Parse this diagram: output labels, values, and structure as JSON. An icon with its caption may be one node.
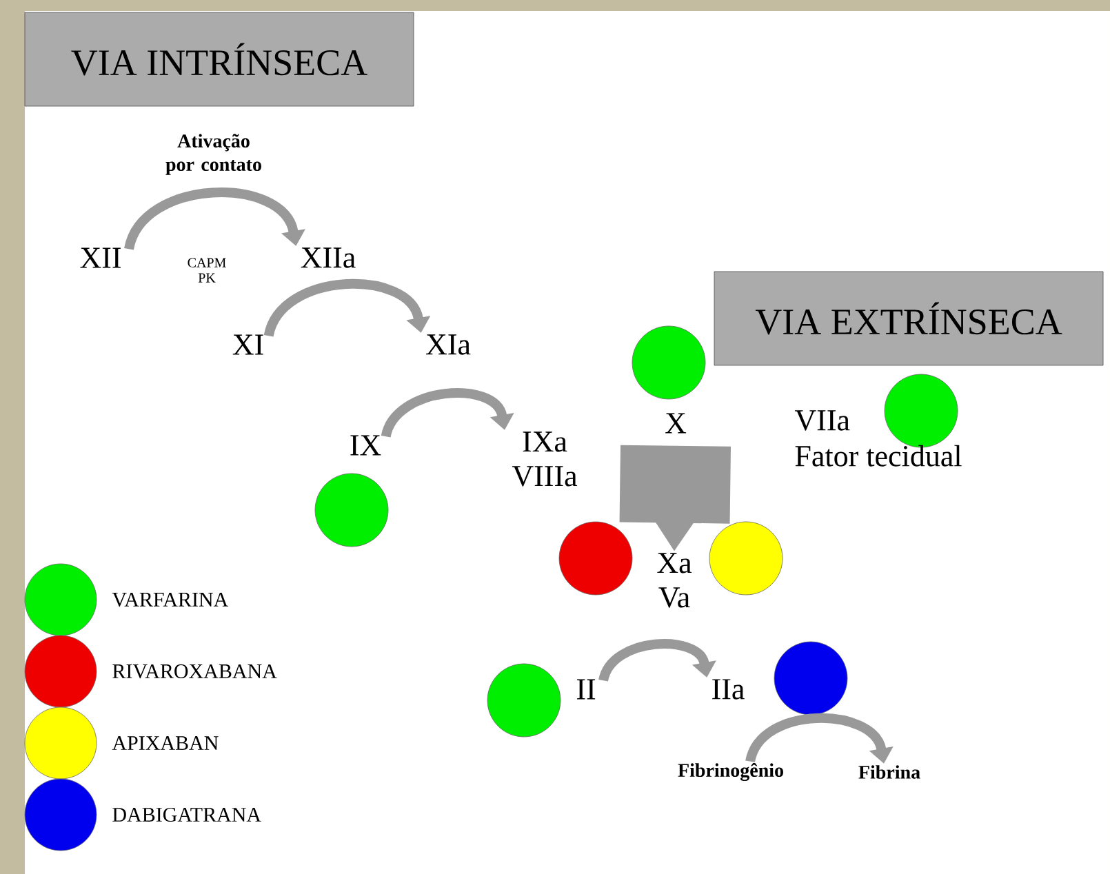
{
  "diagram": {
    "nodes": [
      {
        "text": [
          "VIA INTRÍNSECA"
        ]
      },
      {
        "text": [
          "XII"
        ]
      },
      {
        "text": [
          "XIIa"
        ]
      },
      {
        "text": [
          "XI"
        ]
      },
      {
        "text": [
          "XIa"
        ]
      },
      {
        "text": [
          "VIA EXTRÍNSECA"
        ]
      },
      {
        "text": [],
        "shape": "circle"
      },
      {
        "text": [],
        "shape": "circle"
      },
      {
        "text": [
          "VIIa",
          "Fator tecidual"
        ]
      },
      {
        "text": [
          "X"
        ]
      },
      {
        "text": [
          "IX"
        ]
      },
      {
        "text": [
          "IXa",
          "VIIIa"
        ]
      },
      {
        "text": [],
        "shape": "circle"
      },
      {
        "text": [],
        "shape": "circle"
      },
      {
        "text": [
          "Xa",
          "Va"
        ]
      },
      {
        "text": [],
        "shape": "circle"
      },
      {
        "text": [],
        "shape": "circle"
      },
      {
        "text": [
          "II"
        ]
      },
      {
        "text": [
          "IIa"
        ]
      },
      {
        "text": [],
        "shape": "circle"
      },
      {
        "text": [
          "Fibrinogênio"
        ]
      },
      {
        "text": [
          "Fibrina"
        ]
      }
    ],
    "edges": [
      {
        "from": 1,
        "to": 2,
        "arrow": "to",
        "label": "CAPM PK"
      },
      {
        "from": 3,
        "to": 4,
        "arrow": "to"
      },
      {
        "from": 10,
        "to": 11,
        "arrow": "to"
      },
      {
        "from": 9,
        "to": 14,
        "arrow": "to",
        "style": "thick"
      },
      {
        "from": 17,
        "to": 18,
        "arrow": "to"
      },
      {
        "from": 20,
        "to": 21,
        "arrow": "to"
      }
    ],
    "labels": [
      "Ativação por contato"
    ],
    "legend": [
      {
        "text": "VARFARINA",
        "color": "#00ee00"
      },
      {
        "text": "RIVAROXABANA",
        "color": "#ee0000"
      },
      {
        "text": "APIXABAN",
        "color": "#ffff00"
      },
      {
        "text": "DABIGATRANA",
        "color": "#0000ee"
      }
    ]
  }
}
